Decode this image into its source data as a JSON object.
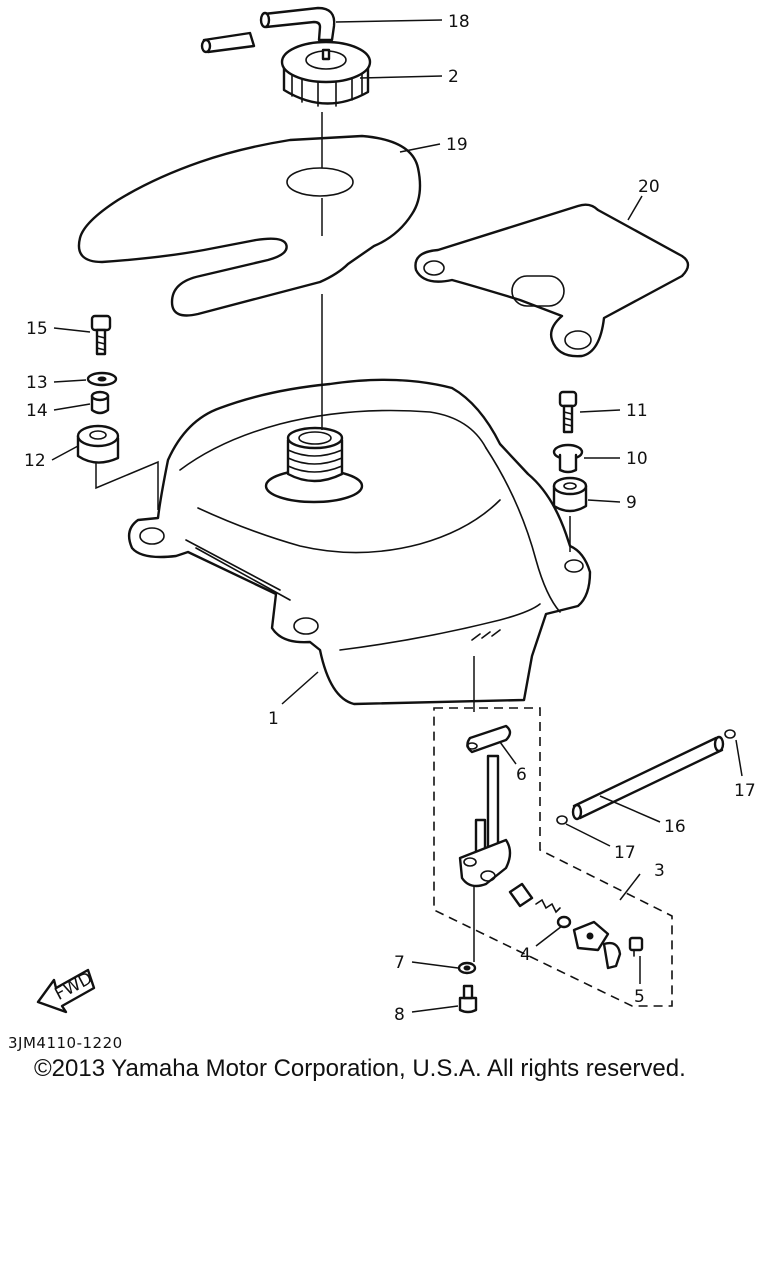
{
  "diagram": {
    "callouts": {
      "p1": "1",
      "p2": "2",
      "p3": "3",
      "p4": "4",
      "p5": "5",
      "p6": "6",
      "p7": "7",
      "p8": "8",
      "p9": "9",
      "p10": "10",
      "p11": "11",
      "p12": "12",
      "p13": "13",
      "p14": "14",
      "p15": "15",
      "p16": "16",
      "p17a": "17",
      "p17b": "17",
      "p18": "18",
      "p19": "19",
      "p20": "20"
    },
    "fwd_label": "FWD",
    "diagram_code": "3JM4110-1220"
  },
  "footer": {
    "copyright": "©2013 Yamaha Motor Corporation, U.S.A. All rights reserved."
  }
}
